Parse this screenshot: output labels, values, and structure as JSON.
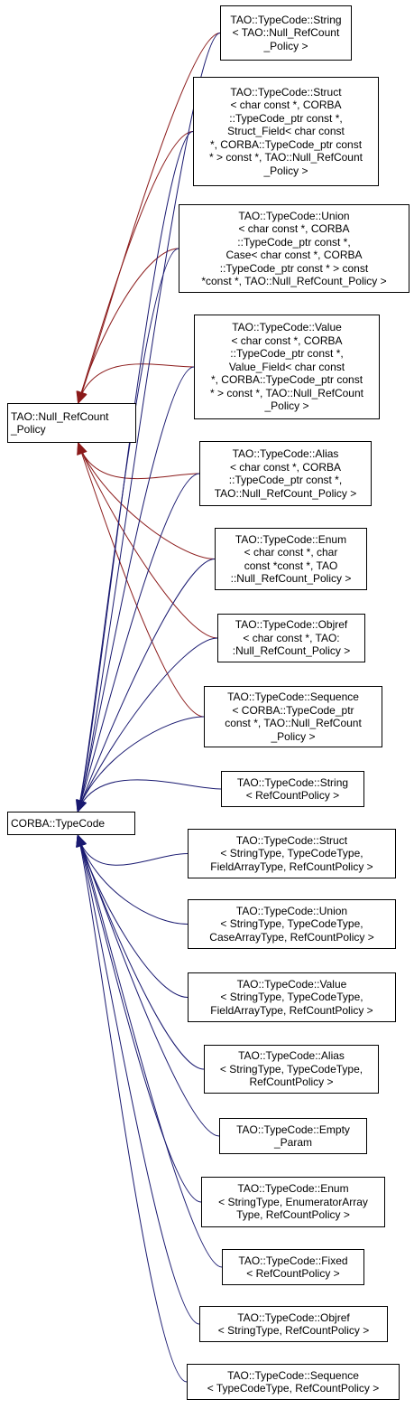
{
  "diagram": {
    "colors": {
      "inherit_blue": "#191970",
      "template_red": "#8b1a1a",
      "box_border": "#000000"
    },
    "bases": {
      "null_policy": "TAO::Null_RefCount\n_Policy",
      "typecode": "CORBA::TypeCode"
    },
    "nodes": [
      {
        "id": "string_null",
        "text": "TAO::TypeCode::String\n< TAO::Null_RefCount\n_Policy >"
      },
      {
        "id": "struct_null",
        "text": "TAO::TypeCode::Struct\n< char const *, CORBA\n::TypeCode_ptr const *,\nStruct_Field< char const\n*, CORBA::TypeCode_ptr const\n* > const *, TAO::Null_RefCount\n_Policy >"
      },
      {
        "id": "union_null",
        "text": "TAO::TypeCode::Union\n< char const *, CORBA\n::TypeCode_ptr const *,\nCase< char const *, CORBA\n::TypeCode_ptr const * > const\n*const *, TAO::Null_RefCount_Policy >"
      },
      {
        "id": "value_null",
        "text": "TAO::TypeCode::Value\n< char const *, CORBA\n::TypeCode_ptr const *,\nValue_Field< char const\n*, CORBA::TypeCode_ptr const\n* > const *, TAO::Null_RefCount\n_Policy >"
      },
      {
        "id": "alias_null",
        "text": "TAO::TypeCode::Alias\n< char const *, CORBA\n::TypeCode_ptr const *,\nTAO::Null_RefCount_Policy >"
      },
      {
        "id": "enum_null",
        "text": "TAO::TypeCode::Enum\n< char const *, char\nconst *const *, TAO\n::Null_RefCount_Policy >"
      },
      {
        "id": "objref_null",
        "text": "TAO::TypeCode::Objref\n< char const *, TAO:\n:Null_RefCount_Policy >"
      },
      {
        "id": "sequence_null",
        "text": "TAO::TypeCode::Sequence\n< CORBA::TypeCode_ptr\nconst *, TAO::Null_RefCount\n_Policy >"
      },
      {
        "id": "string_rc",
        "text": "TAO::TypeCode::String\n< RefCountPolicy >"
      },
      {
        "id": "struct_rc",
        "text": "TAO::TypeCode::Struct\n< StringType, TypeCodeType,\nFieldArrayType, RefCountPolicy >"
      },
      {
        "id": "union_rc",
        "text": "TAO::TypeCode::Union\n< StringType, TypeCodeType,\nCaseArrayType, RefCountPolicy >"
      },
      {
        "id": "value_rc",
        "text": "TAO::TypeCode::Value\n< StringType, TypeCodeType,\nFieldArrayType, RefCountPolicy >"
      },
      {
        "id": "alias_rc",
        "text": "TAO::TypeCode::Alias\n< StringType, TypeCodeType,\nRefCountPolicy >"
      },
      {
        "id": "empty_param",
        "text": "TAO::TypeCode::Empty\n_Param"
      },
      {
        "id": "enum_rc",
        "text": "TAO::TypeCode::Enum\n< StringType, EnumeratorArray\nType, RefCountPolicy >"
      },
      {
        "id": "fixed_rc",
        "text": "TAO::TypeCode::Fixed\n< RefCountPolicy >"
      },
      {
        "id": "objref_rc",
        "text": "TAO::TypeCode::Objref\n< StringType, RefCountPolicy >"
      },
      {
        "id": "sequence_rc",
        "text": "TAO::TypeCode::Sequence\n< TypeCodeType, RefCountPolicy >"
      }
    ]
  }
}
